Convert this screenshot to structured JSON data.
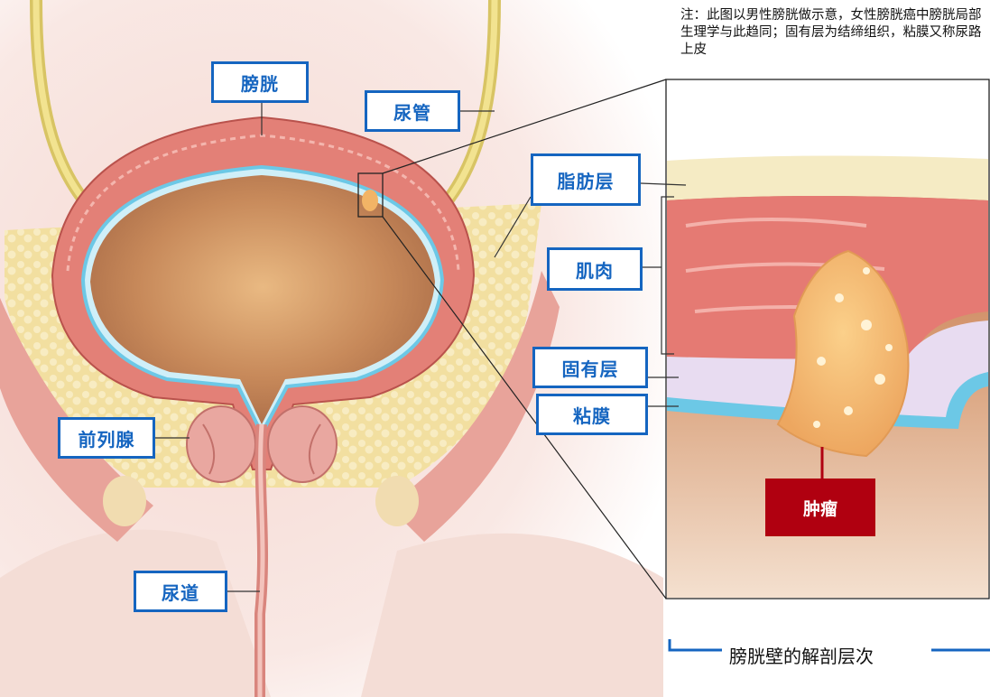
{
  "note": "注：此图以男性膀胱做示意，女性膀胱癌中膀胱局部生理学与此趋同；固有层为结缔组织，粘膜又称尿路上皮",
  "caption": "膀胱壁的解剖层次",
  "labels": {
    "bladder": "膀胱",
    "ureter": "尿管",
    "prostate": "前列腺",
    "urethra": "尿道",
    "fat_layer": "脂肪层",
    "muscle": "肌肉",
    "lamina_propria": "固有层",
    "mucosa": "粘膜",
    "tumor": "肿瘤"
  },
  "colors": {
    "label_border": "#1565c0",
    "tumor_label": "#b00010",
    "muscle": "#e07a74",
    "fat": "#f3e4a8",
    "mucosa": "#6cc8e6"
  }
}
